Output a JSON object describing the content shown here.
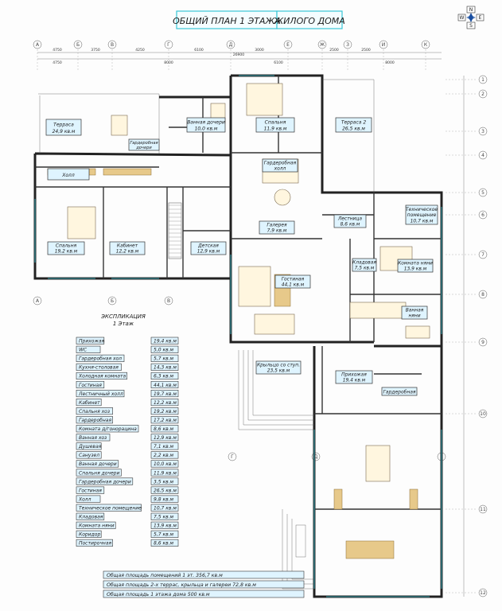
{
  "title_part1": "ОБЩИЙ ПЛАН 1 ЭТАЖА",
  "title_part2": "ЖИЛОГО ДОМА",
  "compass": {
    "n": "N",
    "s": "S",
    "w": "W",
    "e": "E"
  },
  "axes_letters_top": [
    "А",
    "Б",
    "В",
    "Г",
    "Д",
    "Е",
    "Ж",
    "З",
    "И",
    "К"
  ],
  "axes_letters_bottom": [
    "А",
    "Б",
    "В",
    "Г",
    "Д",
    "Е"
  ],
  "axes_letters_lower": [
    "Г",
    "Д",
    "Е"
  ],
  "axes_numbers": [
    "1",
    "2",
    "3",
    "4",
    "5",
    "6",
    "7",
    "8",
    "9",
    "10",
    "11",
    "12"
  ],
  "dims_top": [
    "4750",
    "3750",
    "4250",
    "6100",
    "3000",
    "2500",
    "2500"
  ],
  "dims_top2": [
    "4750",
    "8000",
    "6100",
    "8000"
  ],
  "dims_total": "26900",
  "rooms": {
    "terrace": "Терраса\n24,9 кв.м",
    "wardrobe_daughter": "Гардеробная\nдочери",
    "bath_daughter": "Ванная дочери\n10,0 кв.м",
    "bedroom_daughter": "Спальня\n11,9 кв.м",
    "terrace2": "Терраса 2\n26,5 кв.м",
    "hall": "Холл",
    "wardrobe_hall": "Гардеробная\nхолл",
    "bedroom": "Спальня\n19,2 кв.м",
    "cabinet": "Кабинет\n12,2 кв.м",
    "children": "Детская\n12,9 кв.м",
    "gallery": "Галерея\n7,9 кв.м",
    "stair": "Лестница\n8,6 кв.м",
    "technical": "Техническое\nпомещение\n10,7 кв.м",
    "storage": "Кладовая\n7,5 кв.м",
    "nanny": "Комната няни\n13,9 кв.м",
    "living": "Гостиная\n44,1 кв.м",
    "bath_nanny": "Ванная\nняни",
    "porch": "Крыльцо со ступ.\n23,5 кв.м",
    "entry": "Прихожая\n19,4 кв.м",
    "wardrobe": "Гардеробная"
  },
  "legend_title": "ЭКСПЛИКАЦИЯ\n1 Этаж",
  "legend": [
    {
      "name": "Прихожая",
      "area": "19,4 кв.м"
    },
    {
      "name": "WC",
      "area": "5,0 кв.м"
    },
    {
      "name": "Гардеробная хол",
      "area": "5,7 кв.м"
    },
    {
      "name": "Кухня-столовая",
      "area": "14,3 кв.м"
    },
    {
      "name": "Холодная комната",
      "area": "6,3 кв.м"
    },
    {
      "name": "Гостиная",
      "area": "44,1 кв.м"
    },
    {
      "name": "Лестничный холл",
      "area": "19,7 кв.м"
    },
    {
      "name": "Кабинет",
      "area": "12,2 кв.м"
    },
    {
      "name": "Спальня хоз",
      "area": "19,2 кв.м"
    },
    {
      "name": "Гардеробная",
      "area": "17,2 кв.м"
    },
    {
      "name": "Комната д/гонорацина",
      "area": "8,6 кв.м"
    },
    {
      "name": "Ванная хоз",
      "area": "12,9 кв.м"
    },
    {
      "name": "Душевая",
      "area": "7,1 кв.м"
    },
    {
      "name": "Санузел",
      "area": "2,2 кв.м"
    },
    {
      "name": "Ванная дочери",
      "area": "10,0 кв.м"
    },
    {
      "name": "Спальня дочери",
      "area": "11,9 кв.м"
    },
    {
      "name": "Гардеробная дочери",
      "area": "3,5 кв.м"
    },
    {
      "name": "Гостиная",
      "area": "26,5 кв.м"
    },
    {
      "name": "Холл",
      "area": "9,8 кв.м"
    },
    {
      "name": "Техническое помещение",
      "area": "10,7 кв.м"
    },
    {
      "name": "Кладовая",
      "area": "7,5 кв.м"
    },
    {
      "name": "Комната няни",
      "area": "13,9 кв.м"
    },
    {
      "name": "Коридор",
      "area": "5,7 кв.м"
    },
    {
      "name": "Постирочная",
      "area": "8,6 кв.м"
    }
  ],
  "totals": [
    "Общая площадь помещений 1 эт. 356,7 кв.м",
    "Общая площадь 2-х террас, крыльца и галереи 72,8 кв.м",
    "Общая площадь 1 этажа дома 500 кв.м"
  ]
}
